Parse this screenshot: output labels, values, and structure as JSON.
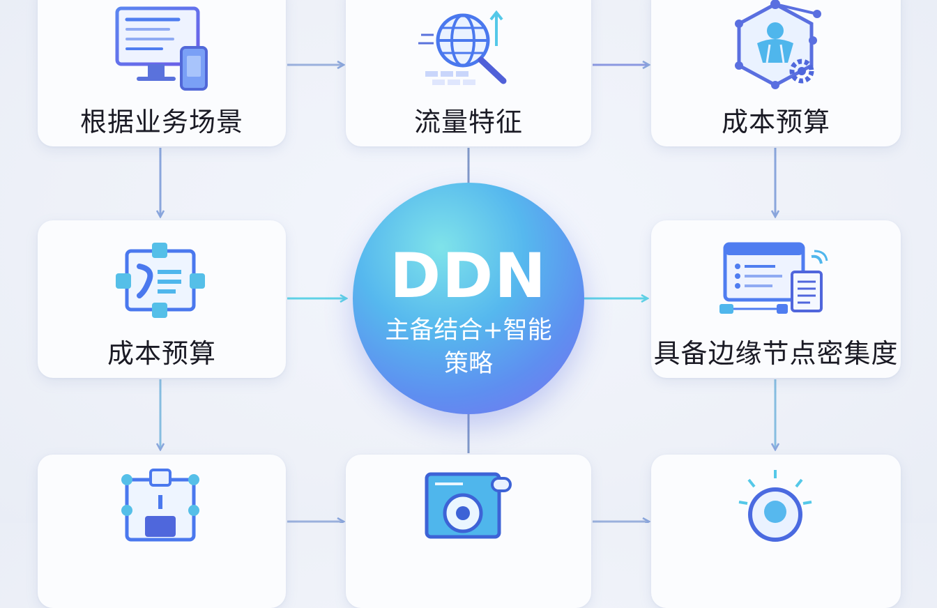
{
  "hub": {
    "title": "DDN",
    "subtitle_line1": "主备结合+智能",
    "subtitle_line2": "策略"
  },
  "nodes": {
    "top_left": {
      "label": "根据业务场景",
      "icon": "monitor-icon"
    },
    "top_center": {
      "label": "流量特征",
      "icon": "globe-search-icon"
    },
    "top_right": {
      "label": "成本预算",
      "icon": "network-gear-icon"
    },
    "mid_left": {
      "label": "成本预算",
      "icon": "routing-icon"
    },
    "mid_right": {
      "label": "具备边缘节点密集度",
      "icon": "dashboard-document-icon"
    },
    "bottom_left": {
      "label": "",
      "icon": "circuit-icon"
    },
    "bottom_center": {
      "label": "",
      "icon": "camera-panel-icon"
    },
    "bottom_right": {
      "label": "",
      "icon": "lightbulb-icon"
    }
  },
  "colors": {
    "accent_blue": "#4a7ef0",
    "accent_cyan": "#4fd0e4",
    "arrow_blue": "#8aa6dc",
    "arrow_cyan": "#5fd2e6",
    "text": "#1a1a24"
  }
}
